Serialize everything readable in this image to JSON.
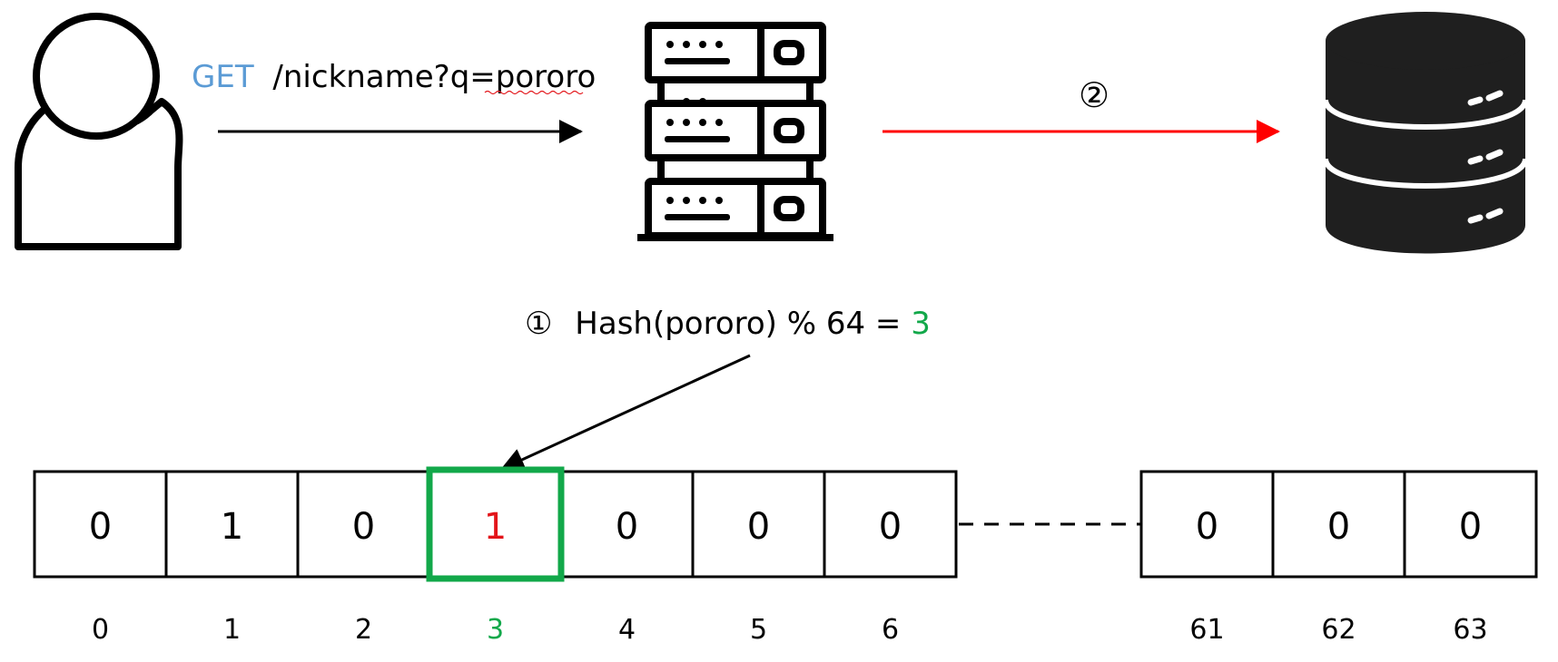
{
  "request": {
    "method": "GET",
    "path": "/nickname?q=pororo",
    "method_color": "#5b9bd5"
  },
  "steps": {
    "step1_marker": "①",
    "step1_text": "Hash(pororo) % 64 = ",
    "step1_result": "3",
    "step2_marker": "②"
  },
  "bit_array": {
    "cells": [
      "0",
      "1",
      "0",
      "1",
      "0",
      "0",
      "0",
      "0",
      "0",
      "0"
    ],
    "indices": [
      "0",
      "1",
      "2",
      "3",
      "4",
      "5",
      "6",
      "61",
      "62",
      "63"
    ],
    "highlight_index": 3
  },
  "colors": {
    "highlight_border": "#12a84a",
    "highlight_value": "#e3151a",
    "result_green": "#12a84a",
    "arrow_red": "#ff0000",
    "ink": "#000000",
    "db": "#1f1f1f"
  },
  "icons": {
    "user": "user-icon",
    "server": "server-rack-icon",
    "database": "database-icon"
  }
}
